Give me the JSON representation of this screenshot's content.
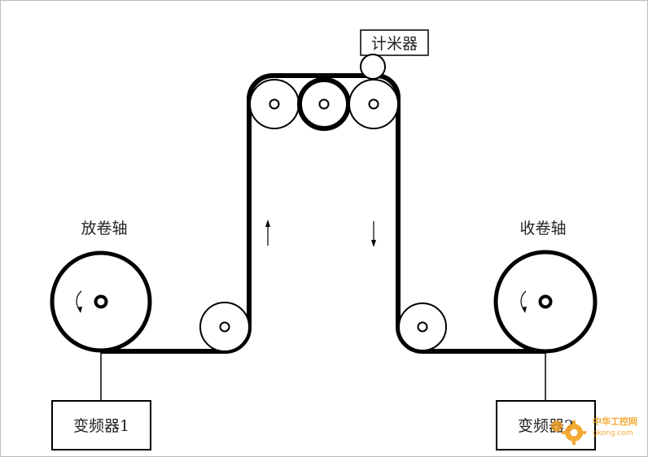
{
  "labels": {
    "meter": "计米器",
    "unwind_shaft": "放卷轴",
    "rewind_shaft": "收卷轴",
    "inverter_1": "变频器1",
    "inverter_2": "变频器2"
  },
  "watermark": {
    "brand": "中华工控网",
    "site": "gkong.com"
  },
  "colors": {
    "line": "#000000",
    "text": "#222222",
    "watermark": "#f2a01e"
  }
}
